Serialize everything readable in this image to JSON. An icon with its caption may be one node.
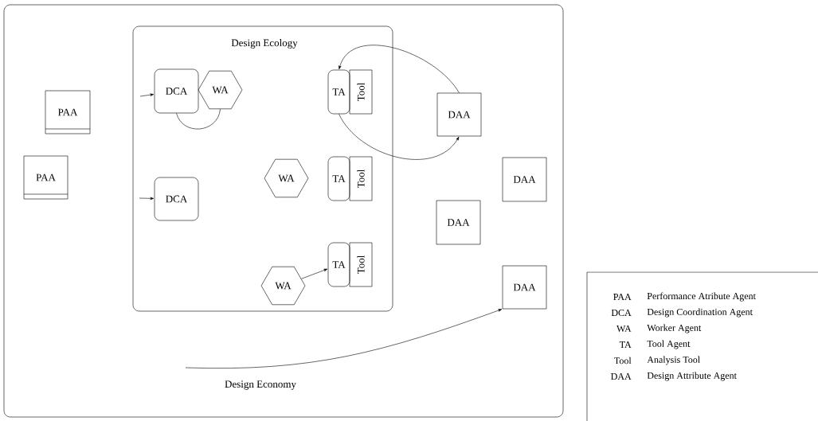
{
  "diagram": {
    "nodes": [
      {
        "text": [
          "Design Economy"
        ]
      },
      {
        "text": [
          "Design Ecology"
        ],
        "in": 0
      },
      {
        "text": [
          "PAA"
        ],
        "in": 0
      },
      {
        "text": [
          "PAA"
        ],
        "in": 0
      },
      {
        "text": [
          "DCA"
        ],
        "in": 1
      },
      {
        "text": [
          "WA"
        ],
        "in": 1
      },
      {
        "text": [
          "TA"
        ],
        "in": 1
      },
      {
        "text": [
          "Tool"
        ],
        "in": 1
      },
      {
        "text": [
          "WA"
        ],
        "in": 1
      },
      {
        "text": [
          "TA"
        ],
        "in": 1
      },
      {
        "text": [
          "Tool"
        ],
        "in": 1
      },
      {
        "text": [
          "DCA"
        ],
        "in": 1
      },
      {
        "text": [
          "WA"
        ],
        "in": 1
      },
      {
        "text": [
          "TA"
        ],
        "in": 1
      },
      {
        "text": [
          "Tool"
        ],
        "in": 1
      },
      {
        "text": [
          "DAA"
        ],
        "in": 0
      },
      {
        "text": [
          "DAA"
        ],
        "in": 0
      },
      {
        "text": [
          "DAA"
        ],
        "in": 0
      },
      {
        "text": [
          "DAA"
        ],
        "in": 0
      }
    ],
    "edges": [
      {
        "from": null,
        "to": 4,
        "arrow": "to"
      },
      {
        "from": null,
        "to": 11,
        "arrow": "to"
      },
      {
        "from": 4,
        "to": 5,
        "arrow": "none"
      },
      {
        "from": 15,
        "to": 6,
        "arrow": "to"
      },
      {
        "from": 6,
        "to": 15,
        "arrow": "to"
      },
      {
        "from": 12,
        "to": 13,
        "arrow": "to"
      },
      {
        "from": null,
        "to": 18,
        "arrow": "to"
      }
    ],
    "labels": [
      "PAA",
      "Performance Atribute Agent",
      "DCA",
      "Design Coordination Agent",
      "WA",
      "Worker Agent",
      "TA",
      "Tool Agent",
      "Tool",
      "Analysis Tool",
      "DAA",
      "Design Attribute Agent"
    ]
  }
}
